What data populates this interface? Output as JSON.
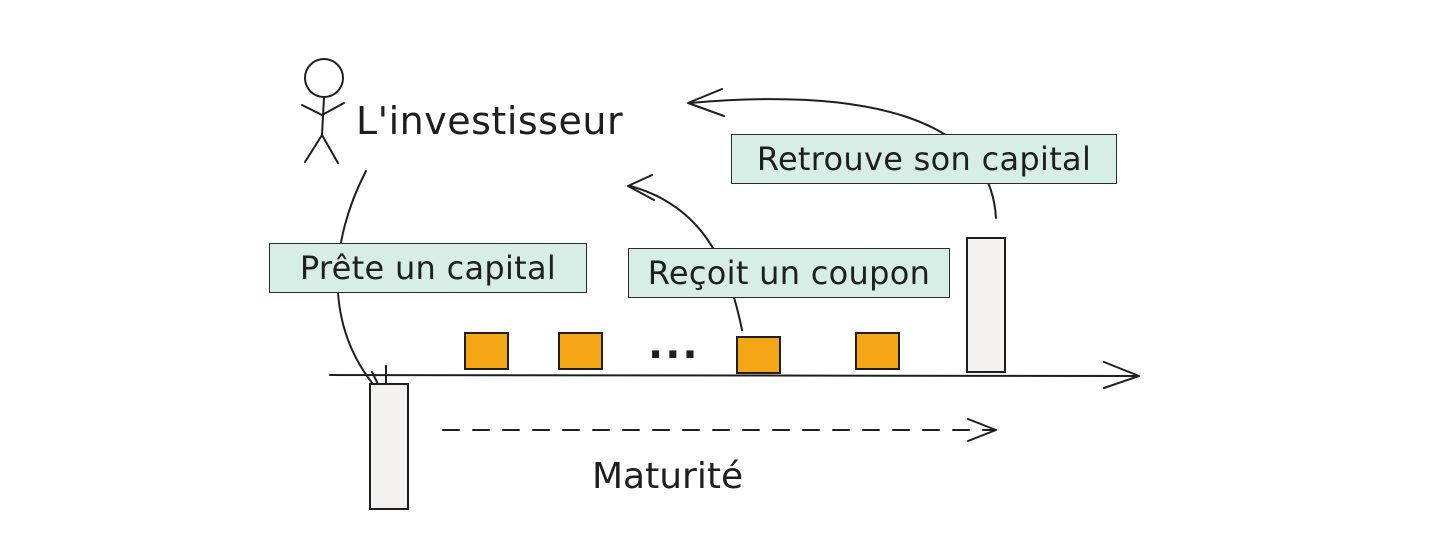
{
  "investor": {
    "label": "L'investisseur"
  },
  "flows": {
    "lend_label": "Prête un capital",
    "coupon_label": "Reçoit un coupon",
    "capital_return_label": "Retrouve son capital"
  },
  "timeline": {
    "ellipsis": "...",
    "maturity_label": "Maturité"
  },
  "colors": {
    "tag_fill": "#d6eee6",
    "coupon_fill": "#f5a614",
    "capital_bar_fill": "#f3f2ee",
    "stroke": "#1e1e1e"
  }
}
